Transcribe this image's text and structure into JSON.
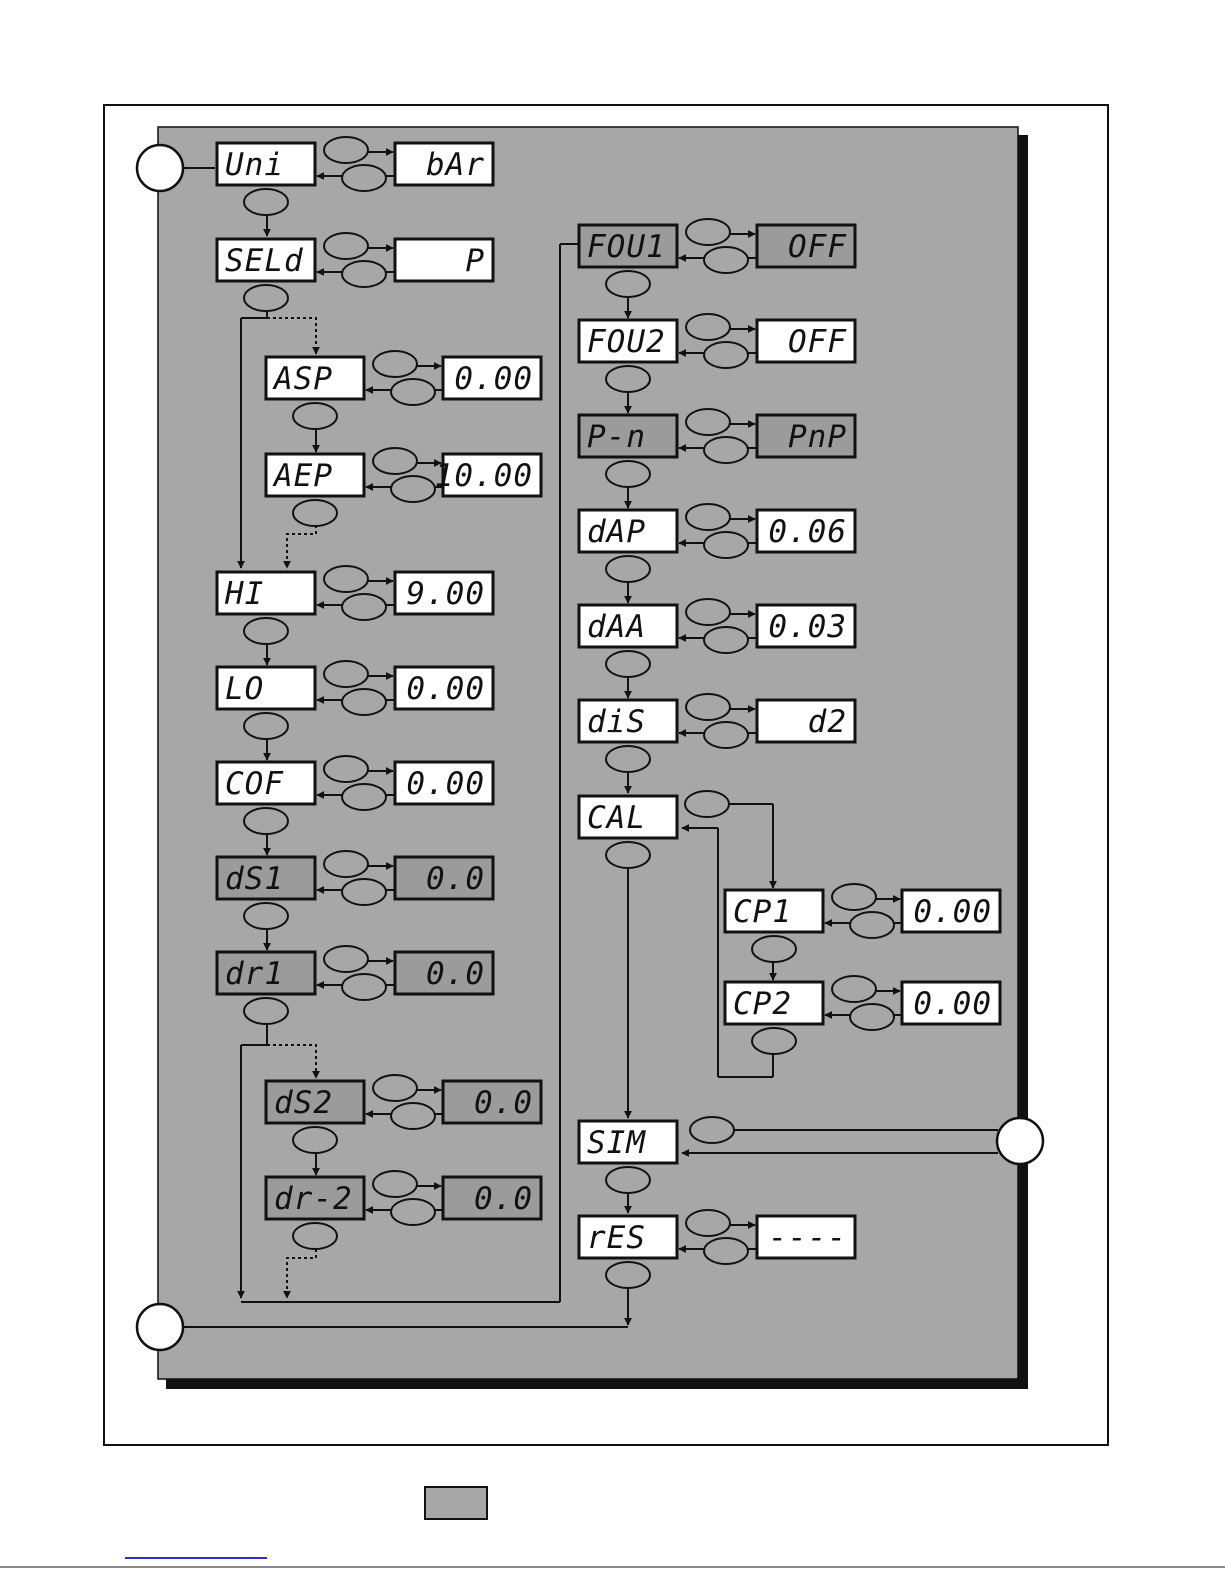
{
  "menu_left": [
    {
      "id": "uni",
      "label": "Uni",
      "value": "bAr",
      "active": true
    },
    {
      "id": "seld",
      "label": "SELd",
      "value": "P",
      "active": true
    },
    {
      "id": "asp",
      "label": "ASP",
      "value": "0.00",
      "active": true
    },
    {
      "id": "aep",
      "label": "AEP",
      "value": "10.00",
      "active": true
    },
    {
      "id": "hi",
      "label": "HI",
      "value": "9.00",
      "active": true
    },
    {
      "id": "lo",
      "label": "LO",
      "value": "0.00",
      "active": true
    },
    {
      "id": "cof",
      "label": "COF",
      "value": "0.00",
      "active": true
    },
    {
      "id": "ds1",
      "label": "dS1",
      "value": "0.0",
      "active": false
    },
    {
      "id": "dr1",
      "label": "dr1",
      "value": "0.0",
      "active": false
    },
    {
      "id": "ds2",
      "label": "dS2",
      "value": "0.0",
      "active": false
    },
    {
      "id": "dr2",
      "label": "dr-2",
      "value": "0.0",
      "active": false
    }
  ],
  "menu_right": [
    {
      "id": "fou1",
      "label": "FOU1",
      "value": "OFF",
      "active": false
    },
    {
      "id": "fou2",
      "label": "FOU2",
      "value": "OFF",
      "active": true
    },
    {
      "id": "pn",
      "label": "P-n",
      "value": "PnP",
      "active": false
    },
    {
      "id": "dap",
      "label": "dAP",
      "value": "0.06",
      "active": true
    },
    {
      "id": "daa",
      "label": "dAA",
      "value": "0.03",
      "active": true
    },
    {
      "id": "dis",
      "label": "diS",
      "value": "d2",
      "active": true
    },
    {
      "id": "cal",
      "label": "CAL",
      "active": true
    },
    {
      "id": "cp1",
      "label": "CP1",
      "value": "0.00",
      "active": true
    },
    {
      "id": "cp2",
      "label": "CP2",
      "value": "0.00",
      "active": true
    },
    {
      "id": "sim",
      "label": "SIM",
      "active": true
    },
    {
      "id": "res",
      "label": "rES",
      "value": "----",
      "active": true
    }
  ],
  "colors": {
    "panel": "#a7a7a7",
    "shadow": "#111111",
    "display_active": "#ffffff",
    "display_inactive": "#9b9b9b",
    "button": "#a7a7a7",
    "line": "#111111",
    "legend_swatch": "#a7a7a7",
    "footer_link": "#2e2ec8"
  },
  "icons": {
    "button": "oval-button-icon",
    "entry_point": "circle-connector-icon",
    "arrow": "arrow-head-icon"
  }
}
